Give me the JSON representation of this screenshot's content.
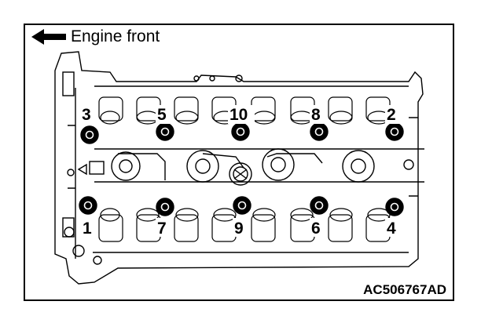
{
  "legend": {
    "label": "Engine front",
    "icon": "arrow-left-icon"
  },
  "figure_id": "AC506767AD",
  "bolts": [
    {
      "number": "1"
    },
    {
      "number": "2"
    },
    {
      "number": "3"
    },
    {
      "number": "4"
    },
    {
      "number": "5"
    },
    {
      "number": "6"
    },
    {
      "number": "7"
    },
    {
      "number": "8"
    },
    {
      "number": "9"
    },
    {
      "number": "10"
    }
  ],
  "colors": {
    "line": "#000000",
    "background": "#ffffff"
  }
}
